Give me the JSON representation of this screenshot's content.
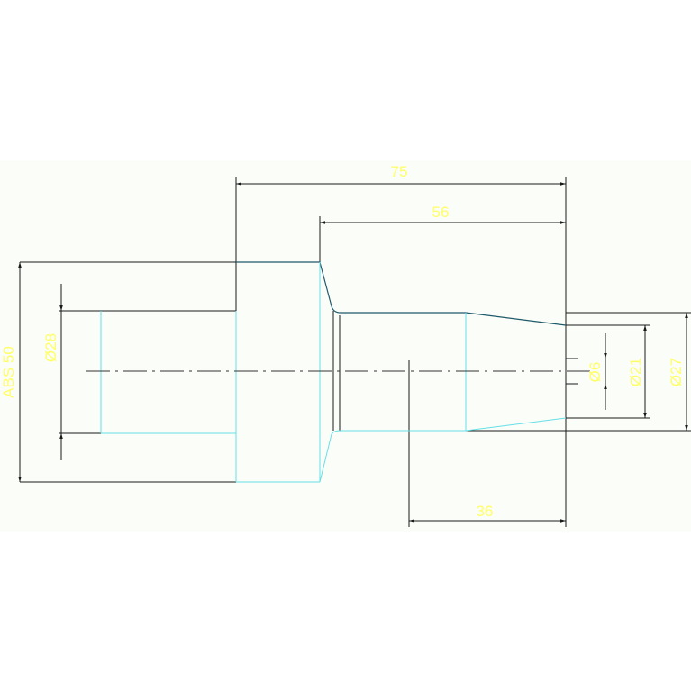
{
  "drawing": {
    "dimensions": {
      "overall_length": "75",
      "neck_length": "56",
      "bore_depth": "36",
      "abs_diameter": "ABS 50",
      "left_bore_dia": "Ø28",
      "center_hole_dia": "Ø6",
      "small_end_dia": "Ø21",
      "right_end_dia": "Ø27"
    }
  },
  "colors": {
    "background": "#fbfdf9",
    "outline": "#1a1a1a",
    "hidden_edges": "#66e0e6",
    "outline_dark_teal": "#1f5a6a",
    "dimension_text": "#ffff66",
    "centerline": "#333333"
  }
}
